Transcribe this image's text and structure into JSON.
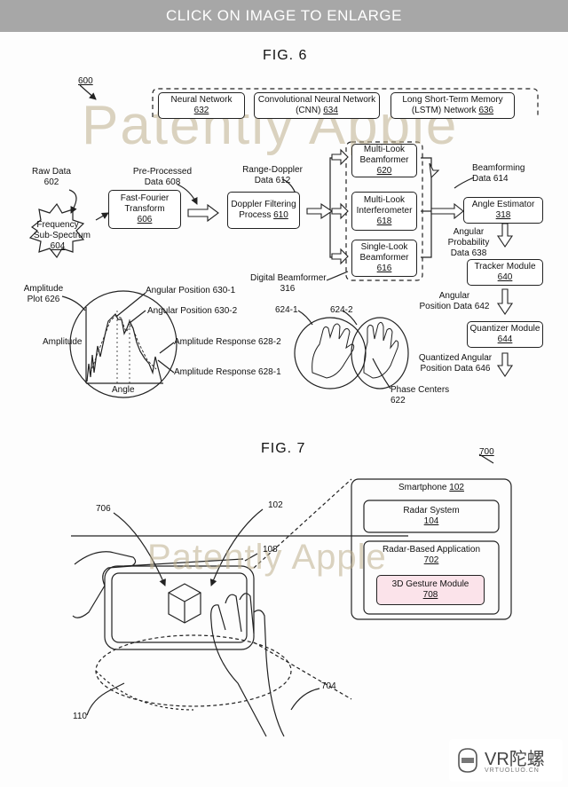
{
  "banner": {
    "text": "CLICK ON IMAGE TO ENLARGE"
  },
  "fig6": {
    "title": "FIG. 6",
    "ref": "600",
    "neural_network": {
      "name": "Neural Network",
      "num": "632"
    },
    "cnn": {
      "name": "Convolutional Neural Network",
      "abbr": "(CNN)",
      "num": "634"
    },
    "lstm": {
      "name": "Long Short-Term Memory",
      "abbr": "(LSTM) Network",
      "num": "636"
    },
    "raw_data": {
      "name": "Raw Data",
      "num": "602"
    },
    "freq": {
      "line1": "Frequency",
      "line2": "Sub-Spectrum",
      "num": "604"
    },
    "fft": {
      "line1": "Fast-Fourier",
      "line2": "Transform",
      "num": "606"
    },
    "preprocessed": {
      "line1": "Pre-Processed",
      "line2": "Data",
      "num": "608"
    },
    "doppler": {
      "line1": "Doppler Filtering",
      "line2": "Process",
      "num": "610"
    },
    "range_doppler": {
      "line1": "Range-Doppler",
      "line2": "Data",
      "num": "612"
    },
    "mlb": {
      "line1": "Multi-Look",
      "line2": "Beamformer",
      "num": "620"
    },
    "mli": {
      "line1": "Multi-Look",
      "line2": "Interferometer",
      "num": "618"
    },
    "slb": {
      "line1": "Single-Look",
      "line2": "Beamformer",
      "num": "616"
    },
    "digital_bf": {
      "line1": "Digital Beamformer",
      "line2": "316"
    },
    "bf_data": {
      "line1": "Beamforming",
      "line2": "Data",
      "num": "614"
    },
    "angle_est": {
      "line1": "Angle Estimator",
      "num": "318"
    },
    "ang_prob": {
      "line1": "Angular",
      "line2": "Probability",
      "line3": "Data",
      "num": "638"
    },
    "tracker": {
      "line1": "Tracker Module",
      "num": "640"
    },
    "ang_pos_data": {
      "line1": "Angular",
      "line2": "Position Data",
      "num": "642"
    },
    "quantizer": {
      "line1": "Quantizer Module",
      "num": "644"
    },
    "quant_data": {
      "line1": "Quantized Angular",
      "line2": "Position Data",
      "num": "646"
    },
    "amp_plot": {
      "line1": "Amplitude",
      "line2": "Plot 626"
    },
    "amplitude_axis": "Amplitude",
    "angle_axis": "Angle",
    "ang_pos_1": "Angular Position 630-1",
    "ang_pos_2": "Angular Position 630-2",
    "amp_resp_2": "Amplitude Response 628-2",
    "amp_resp_1": "Amplitude Response 628-1",
    "hand_1": "624-1",
    "hand_2": "624-2",
    "phase_centers": {
      "line1": "Phase Centers",
      "line2": "622"
    }
  },
  "fig7": {
    "title": "FIG. 7",
    "ref": "700",
    "smartphone": {
      "name": "Smartphone",
      "num": "102"
    },
    "radar_system": {
      "name": "Radar System",
      "num": "104"
    },
    "radar_app": {
      "name": "Radar-Based Application",
      "num": "702"
    },
    "gesture_module": {
      "name": "3D Gesture Module",
      "num": "708"
    },
    "ref_706": "706",
    "ref_102": "102",
    "ref_108": "108",
    "ref_704": "704",
    "ref_110": "110"
  },
  "watermark": "Patently Apple",
  "logo": {
    "text": "VR陀螺",
    "sub": "VRTUOLUO.CN"
  },
  "colors": {
    "banner": "#a7a7a7",
    "gesture_fill": "#fbe3ea",
    "watermark": "#bfae8c"
  }
}
